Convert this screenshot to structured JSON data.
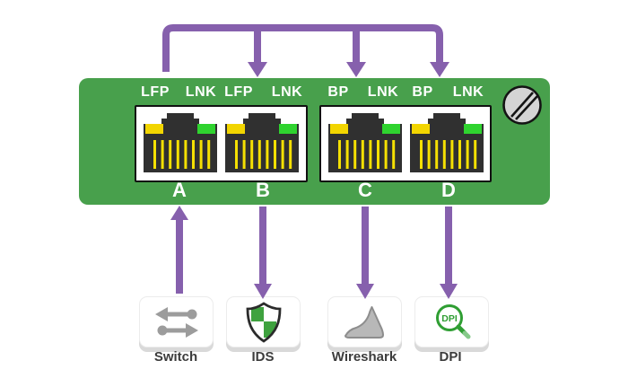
{
  "diagram_title": "network-tap-flow-diagram",
  "colors": {
    "panel_green": "#48a04c",
    "arrow_purple": "#8660ad",
    "led_yellow": "#f2d500",
    "led_green": "#2fd32f",
    "jack_dark": "#303030",
    "pin_yellow": "#f5e003",
    "icon_gray": "#9c9c9c",
    "shield_green": "#3fa23f",
    "dpi_green": "#2f9e33",
    "label_dark": "#3c3c3c"
  },
  "tap": {
    "ports": [
      {
        "letter": "A",
        "left_led_label": "LFP",
        "right_led_label": "LNK"
      },
      {
        "letter": "B",
        "left_led_label": "LFP",
        "right_led_label": "LNK"
      },
      {
        "letter": "C",
        "left_led_label": "BP",
        "right_led_label": "LNK"
      },
      {
        "letter": "D",
        "left_led_label": "BP",
        "right_led_label": "LNK"
      }
    ]
  },
  "endpoints": [
    {
      "label": "Switch",
      "icon": "switch-arrows-icon",
      "flow": "up-into-port-A"
    },
    {
      "label": "IDS",
      "icon": "shield-icon",
      "flow": "down-from-port-B"
    },
    {
      "label": "Wireshark",
      "icon": "shark-fin-icon",
      "flow": "down-from-port-C"
    },
    {
      "label": "DPI",
      "icon": "magnifier-icon",
      "flow": "down-from-port-D",
      "magnifier_text": "DPI"
    }
  ]
}
